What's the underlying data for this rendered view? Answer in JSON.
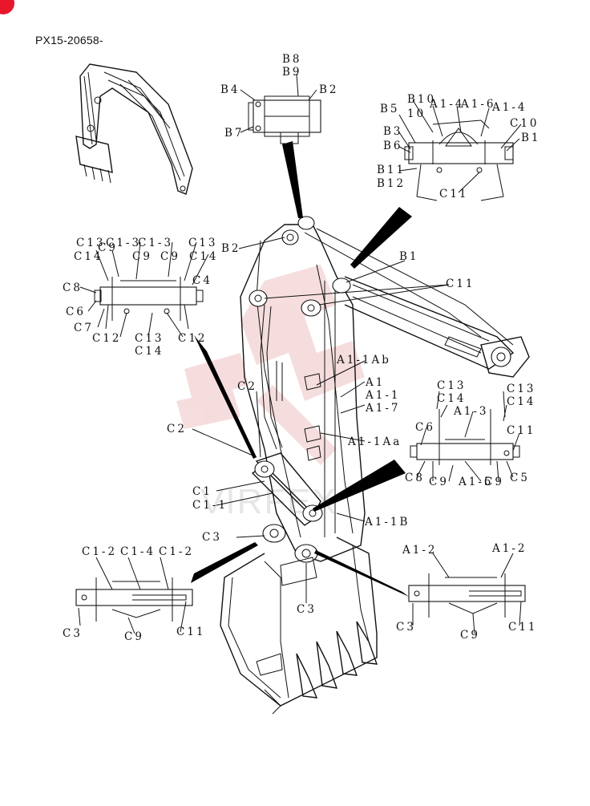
{
  "doc_code": "PX15-20658-",
  "watermark_text": "VIRFEX",
  "colors": {
    "badge": "#e8172c",
    "watermark": "#e8b0b0",
    "line": "#111111"
  },
  "labels": {
    "B8": "B8",
    "B9": "B9",
    "B4": "B4",
    "B2": "B2",
    "B7": "B7",
    "B5": "B5",
    "B10": "B10",
    "B3": "B3",
    "B6": "B6",
    "B1": "B1",
    "B11": "B11",
    "B12": "B12",
    "A1_4": "A1-4",
    "A1_6": "A1-6",
    "C1": "C1",
    "C1_1": "C1-1",
    "C1_2": "C1-2",
    "C1_3": "C1-3",
    "C1_4": "C1-4",
    "C2": "C2",
    "C3": "C3",
    "C4": "C4",
    "C5": "C5",
    "C6": "C6",
    "C7": "C7",
    "C8": "C8",
    "C9": "C9",
    "C10": "C10",
    "C11": "C11",
    "C12": "C12",
    "C13": "C13",
    "C14": "C14",
    "A1": "A1",
    "A1_1": "A1-1",
    "A1_1Ab": "A1-1Ab",
    "A1_1Aa": "A1-1Aa",
    "A1_1B": "A1-1B",
    "A1_2": "A1-2",
    "A1_3": "A1-3",
    "A1_5": "A1-5",
    "A1_7": "A1-7",
    "A1_10": "10"
  }
}
